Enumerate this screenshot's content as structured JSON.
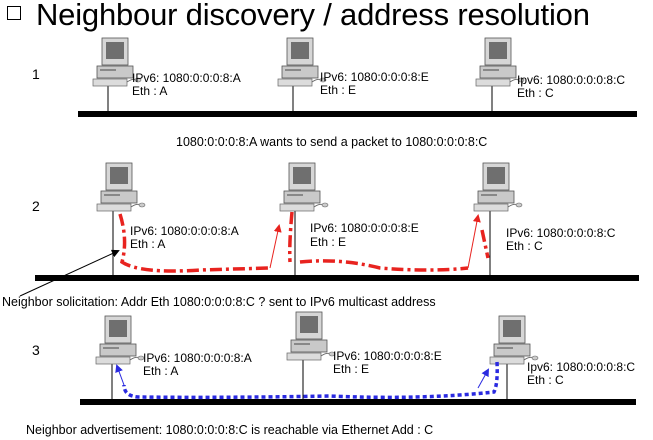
{
  "title": "Neighbour discovery / address resolution",
  "steps": [
    "1",
    "2",
    "3"
  ],
  "hosts": {
    "row1": [
      {
        "ipv6": "IPv6: 1080:0:0:0:8:A",
        "eth": "Eth : A"
      },
      {
        "ipv6": "IPv6: 1080:0:0:0:8:E",
        "eth": "Eth : E"
      },
      {
        "ipv6": "Ipv6: 1080:0:0:0:8:C",
        "eth": "Eth : C"
      }
    ],
    "row2": [
      {
        "ipv6": "IPv6: 1080:0:0:0:8:A",
        "eth": "Eth : A"
      },
      {
        "ipv6": "IPv6: 1080:0:0:0:8:E",
        "eth": "Eth : E"
      },
      {
        "ipv6": "IPv6: 1080:0:0:0:8:C",
        "eth": "Eth : C"
      }
    ],
    "row3": [
      {
        "ipv6": "IPv6: 1080:0:0:0:8:A",
        "eth": "Eth : A"
      },
      {
        "ipv6": "IPv6: 1080:0:0:0:8:E",
        "eth": "Eth : E"
      },
      {
        "ipv6": "Ipv6: 1080:0:0:0:8:C",
        "eth": "Eth : C"
      }
    ]
  },
  "messages": {
    "wants_to_send": "1080:0:0:0:8:A  wants to send a packet to 1080:0:0:0:8:C",
    "solicitation": "Neighbor solicitation: Addr Eth 1080:0:0:0:8:C ?  sent to IPv6 multicast address",
    "advertisement": "Neighbor advertisement: 1080:0:0:0:8:C is reachable via Ethernet Add : C"
  },
  "colors": {
    "solicitation_path": "#e8231f",
    "advertisement_path": "#2a2ae0",
    "bus": "#000000"
  }
}
